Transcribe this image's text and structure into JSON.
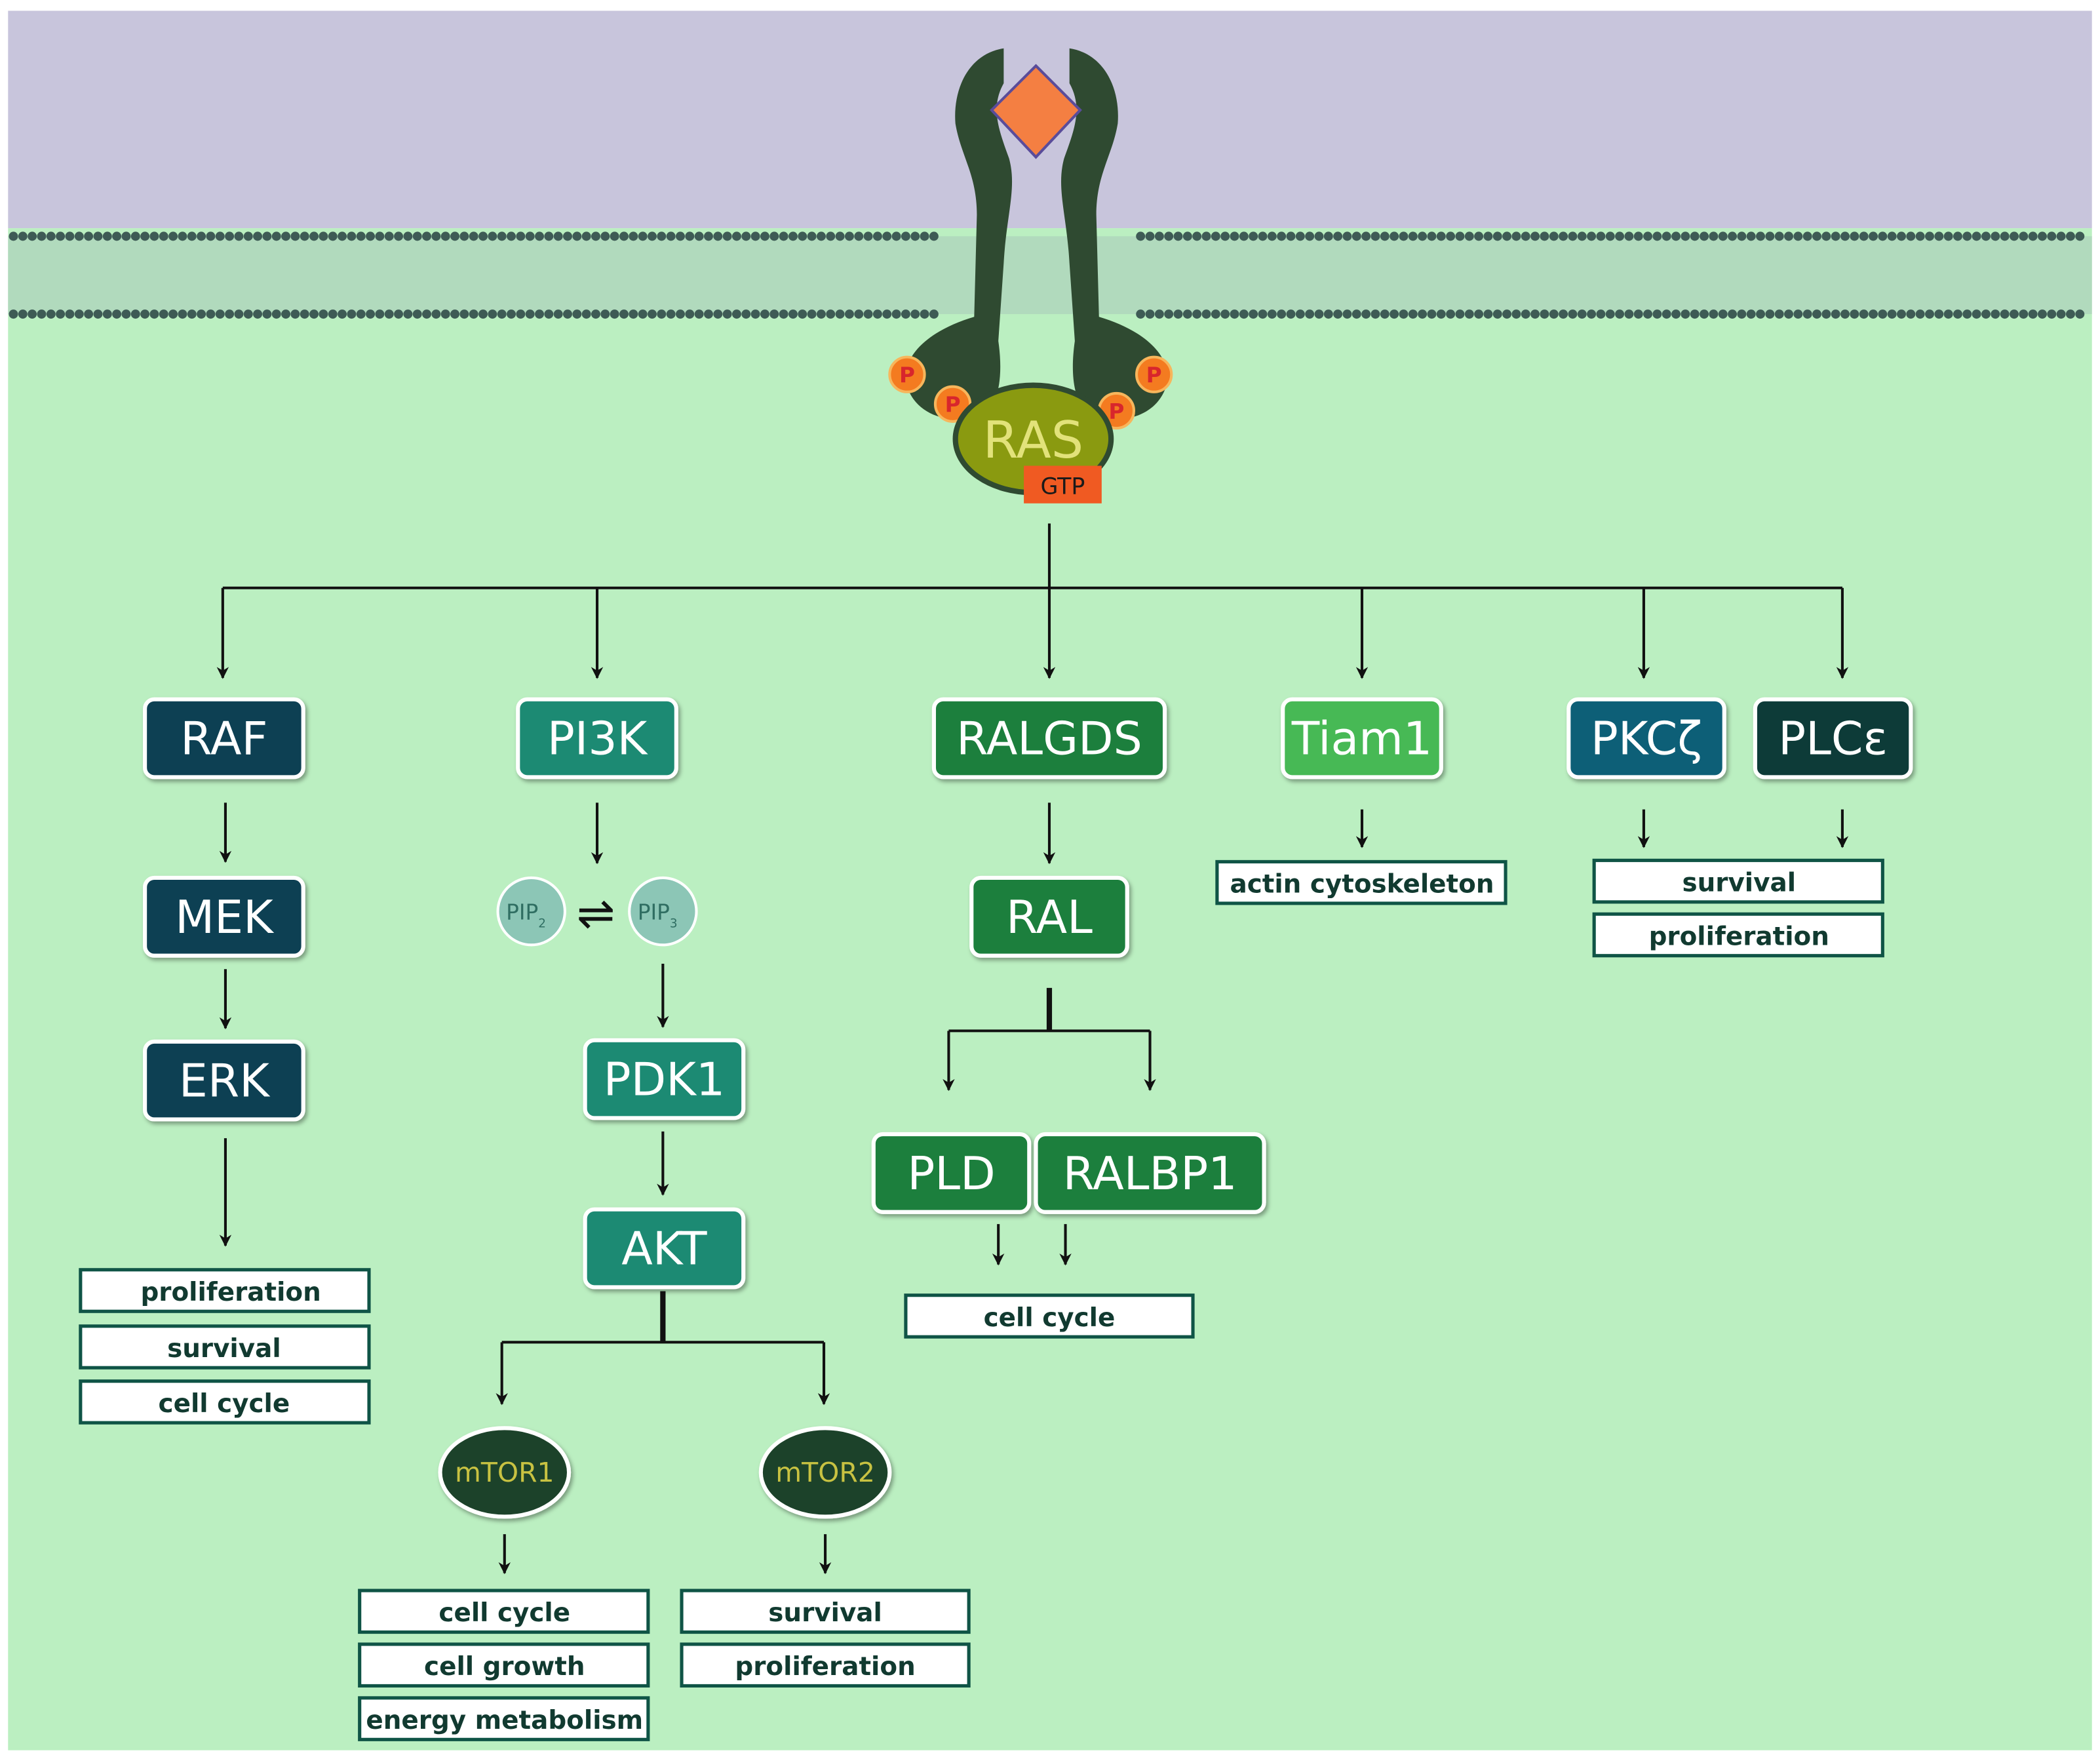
{
  "colors": {
    "extracellular": "#c8c5dc",
    "cytoplasm": "#bbefc1",
    "membrane_head": "#3e5b55",
    "receptor": "#2f4a31",
    "ligand": "#f47f42",
    "phospho": "#f47b20",
    "phospho_text": "#d8262c",
    "ras_body": "#8a9a10",
    "ras_text": "#e2e27a",
    "gtp": "#f05a22",
    "raf_branch": "#0e3f52",
    "pi3k_branch": "#1f8a73",
    "ralgds_branch": "#1b7f3c",
    "tiam1": "#46b954",
    "pkcz": "#105e77",
    "plce": "#0a3a37",
    "pip": "#8cc6b6",
    "mtor": "#1e4229",
    "mtor_text": "#c8c242",
    "outcome_border": "#0f5446"
  },
  "receptor": {
    "phospho_label": "P",
    "ras_label": "RAS",
    "gtp_label": "GTP"
  },
  "nodes": {
    "raf": "RAF",
    "mek": "MEK",
    "erk": "ERK",
    "pi3k": "PI3K",
    "pip2_base": "PIP",
    "pip2_sub": "2",
    "pip3_base": "PIP",
    "pip3_sub": "3",
    "equilibrium_symbol": "⇌",
    "pdk1": "PDK1",
    "akt": "AKT",
    "mtor1": "mTOR1",
    "mtor2": "mTOR2",
    "ralgds": "RALGDS",
    "ral": "RAL",
    "pld": "PLD",
    "ralbp1": "RALBP1",
    "tiam1": "Tiam1",
    "pkcz": "PKCζ",
    "plce": "PLCε"
  },
  "outcomes": {
    "erk": [
      "proliferation",
      "survival",
      "cell cycle"
    ],
    "mtor1": [
      "cell cycle",
      "cell growth",
      "energy metabolism"
    ],
    "mtor2": [
      "survival",
      "proliferation"
    ],
    "pld_ralbp1": [
      "cell cycle"
    ],
    "tiam1": [
      "actin cytoskeleton"
    ],
    "pkcz_plce": [
      "survival",
      "proliferation"
    ]
  }
}
